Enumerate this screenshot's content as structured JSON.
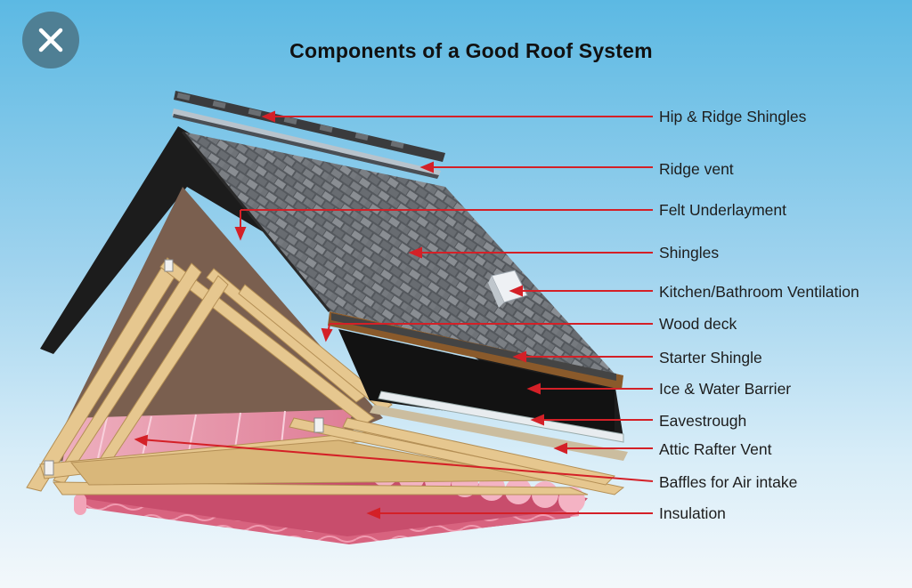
{
  "window": {
    "close_icon": "close-icon"
  },
  "title": "Components of a Good Roof System",
  "colors": {
    "arrow": "#d42027",
    "text": "#1d1d1d",
    "shingle": "#5f6368",
    "wood": "#e6c78f",
    "insulation": "#e27a96"
  },
  "labels": [
    "Hip & Ridge Shingles",
    "Ridge vent",
    "Felt Underlayment",
    "Shingles",
    "Kitchen/Bathroom Ventilation",
    "Wood deck",
    "Starter Shingle",
    "Ice & Water Barrier",
    "Eavestrough",
    "Attic Rafter Vent",
    "Baffles for Air intake",
    "Insulation"
  ]
}
